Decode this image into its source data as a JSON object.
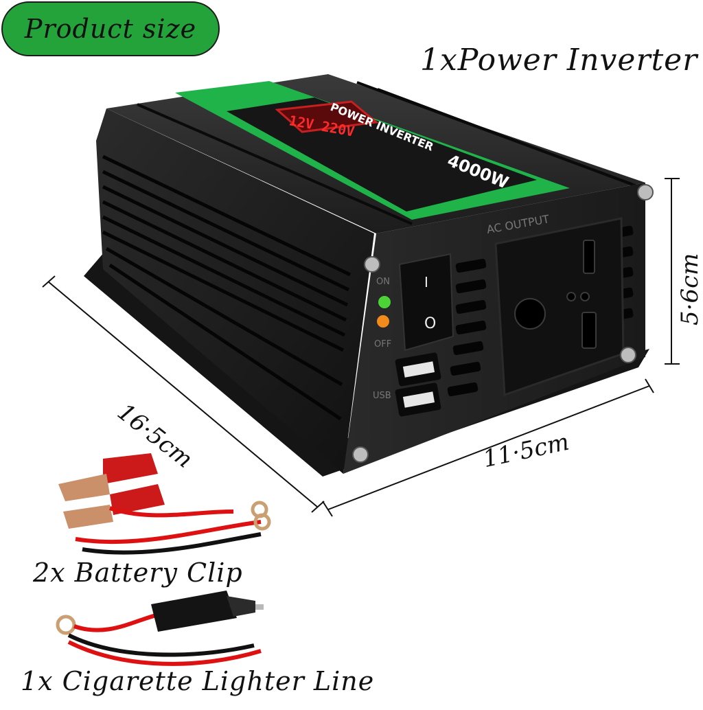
{
  "badge": {
    "text": "Product size",
    "color": "#23a33a"
  },
  "title": "1xPower Inverter",
  "dimensions": {
    "length": "16·5cm",
    "width": "11·5cm",
    "height": "5·6cm"
  },
  "device": {
    "brand_text": "POWER INVERTER",
    "power_rating": "4000W",
    "panel_labels": {
      "ac_output": "AC OUTPUT",
      "on": "ON",
      "off": "OFF",
      "usb": "USB"
    },
    "switch_symbols": {
      "on": "I",
      "off": "O"
    },
    "display_readout": "12V 220V",
    "accent_color": "#1fb34a",
    "indicators": [
      {
        "name": "power",
        "color": "#4cd437"
      },
      {
        "name": "fault",
        "color": "#f28a1c"
      }
    ]
  },
  "accessories": [
    {
      "label": "2x Battery Clip"
    },
    {
      "label": "1x Cigarette Lighter Line"
    }
  ]
}
